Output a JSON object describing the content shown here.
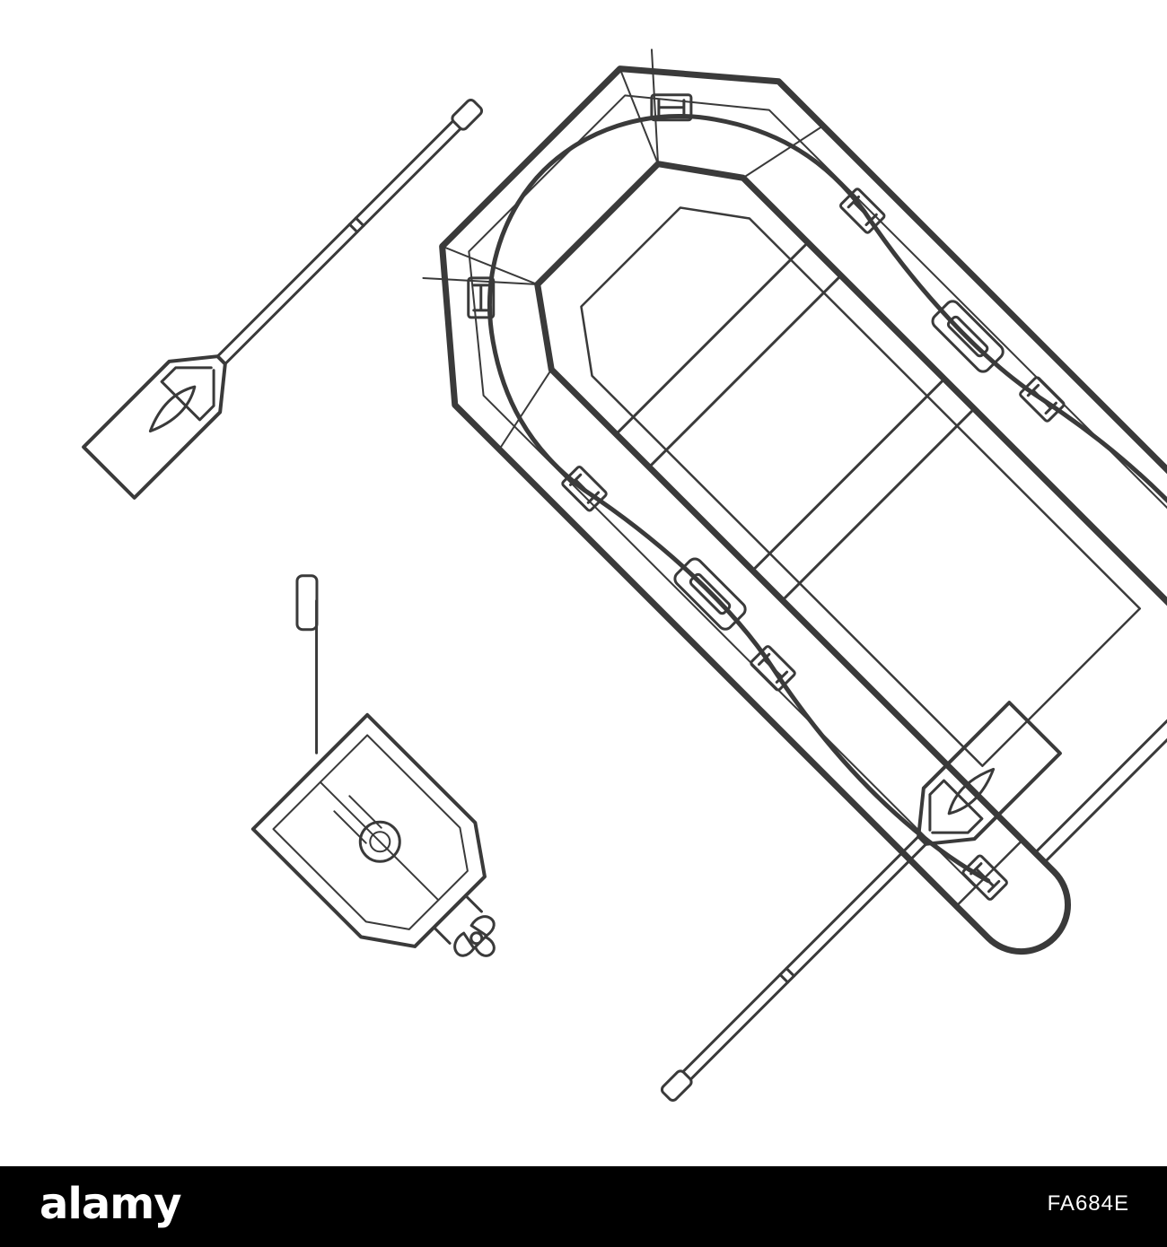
{
  "illustration": {
    "subject": "inflatable-boat-with-outboard-motor-and-two-oars",
    "line_color": "#3a3a3a",
    "background_color": "#ffffff"
  },
  "footer": {
    "background_color": "#000000",
    "text_color": "#ffffff",
    "logo_text": "alamy",
    "image_id": "FA684E"
  }
}
